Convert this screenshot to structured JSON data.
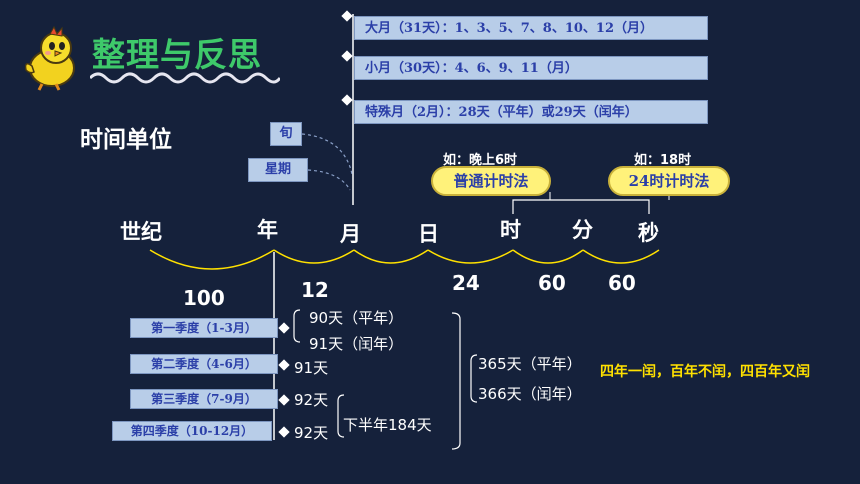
{
  "title": "整理与反思",
  "heading": "时间单位",
  "months": {
    "big": "大月（31天）：1、3、5、7、8、10、12（月）",
    "small": "小月（30天）：4、6、9、11（月）",
    "special": "特殊月（2月）：28天（平年）或29天（闰年）"
  },
  "sub_units": {
    "xun": "旬",
    "week": "星期"
  },
  "timeline": {
    "units": [
      "世纪",
      "年",
      "月",
      "日",
      "时",
      "分",
      "秒"
    ],
    "rates": [
      "100",
      "12",
      "24",
      "60",
      "60"
    ]
  },
  "clock": {
    "normal_example": "如：晚上6时",
    "normal_label": "普通计时法",
    "h24_example": "如：18时",
    "h24_label": "24时计时法"
  },
  "quarters": [
    {
      "label": "第一季度（1-3月）"
    },
    {
      "label": "第二季度（4-6月）",
      "days": "91天"
    },
    {
      "label": "第三季度（7-9月）",
      "days": "92天"
    },
    {
      "label": "第四季度（10-12月）",
      "days": "92天"
    }
  ],
  "q1_days": {
    "common": "90天（平年）",
    "leap": "91天（闰年）"
  },
  "second_half": "下半年184天",
  "year_days": {
    "common": "365天（平年）",
    "leap": "366天（闰年）"
  },
  "leap_rule": "四年一闰，百年不闰，四百年又闰",
  "colors": {
    "background": "#15213b",
    "title": "#3ec96a",
    "box": "#b8cde8",
    "pill": "#fff27a",
    "rule": "#ffe100"
  }
}
